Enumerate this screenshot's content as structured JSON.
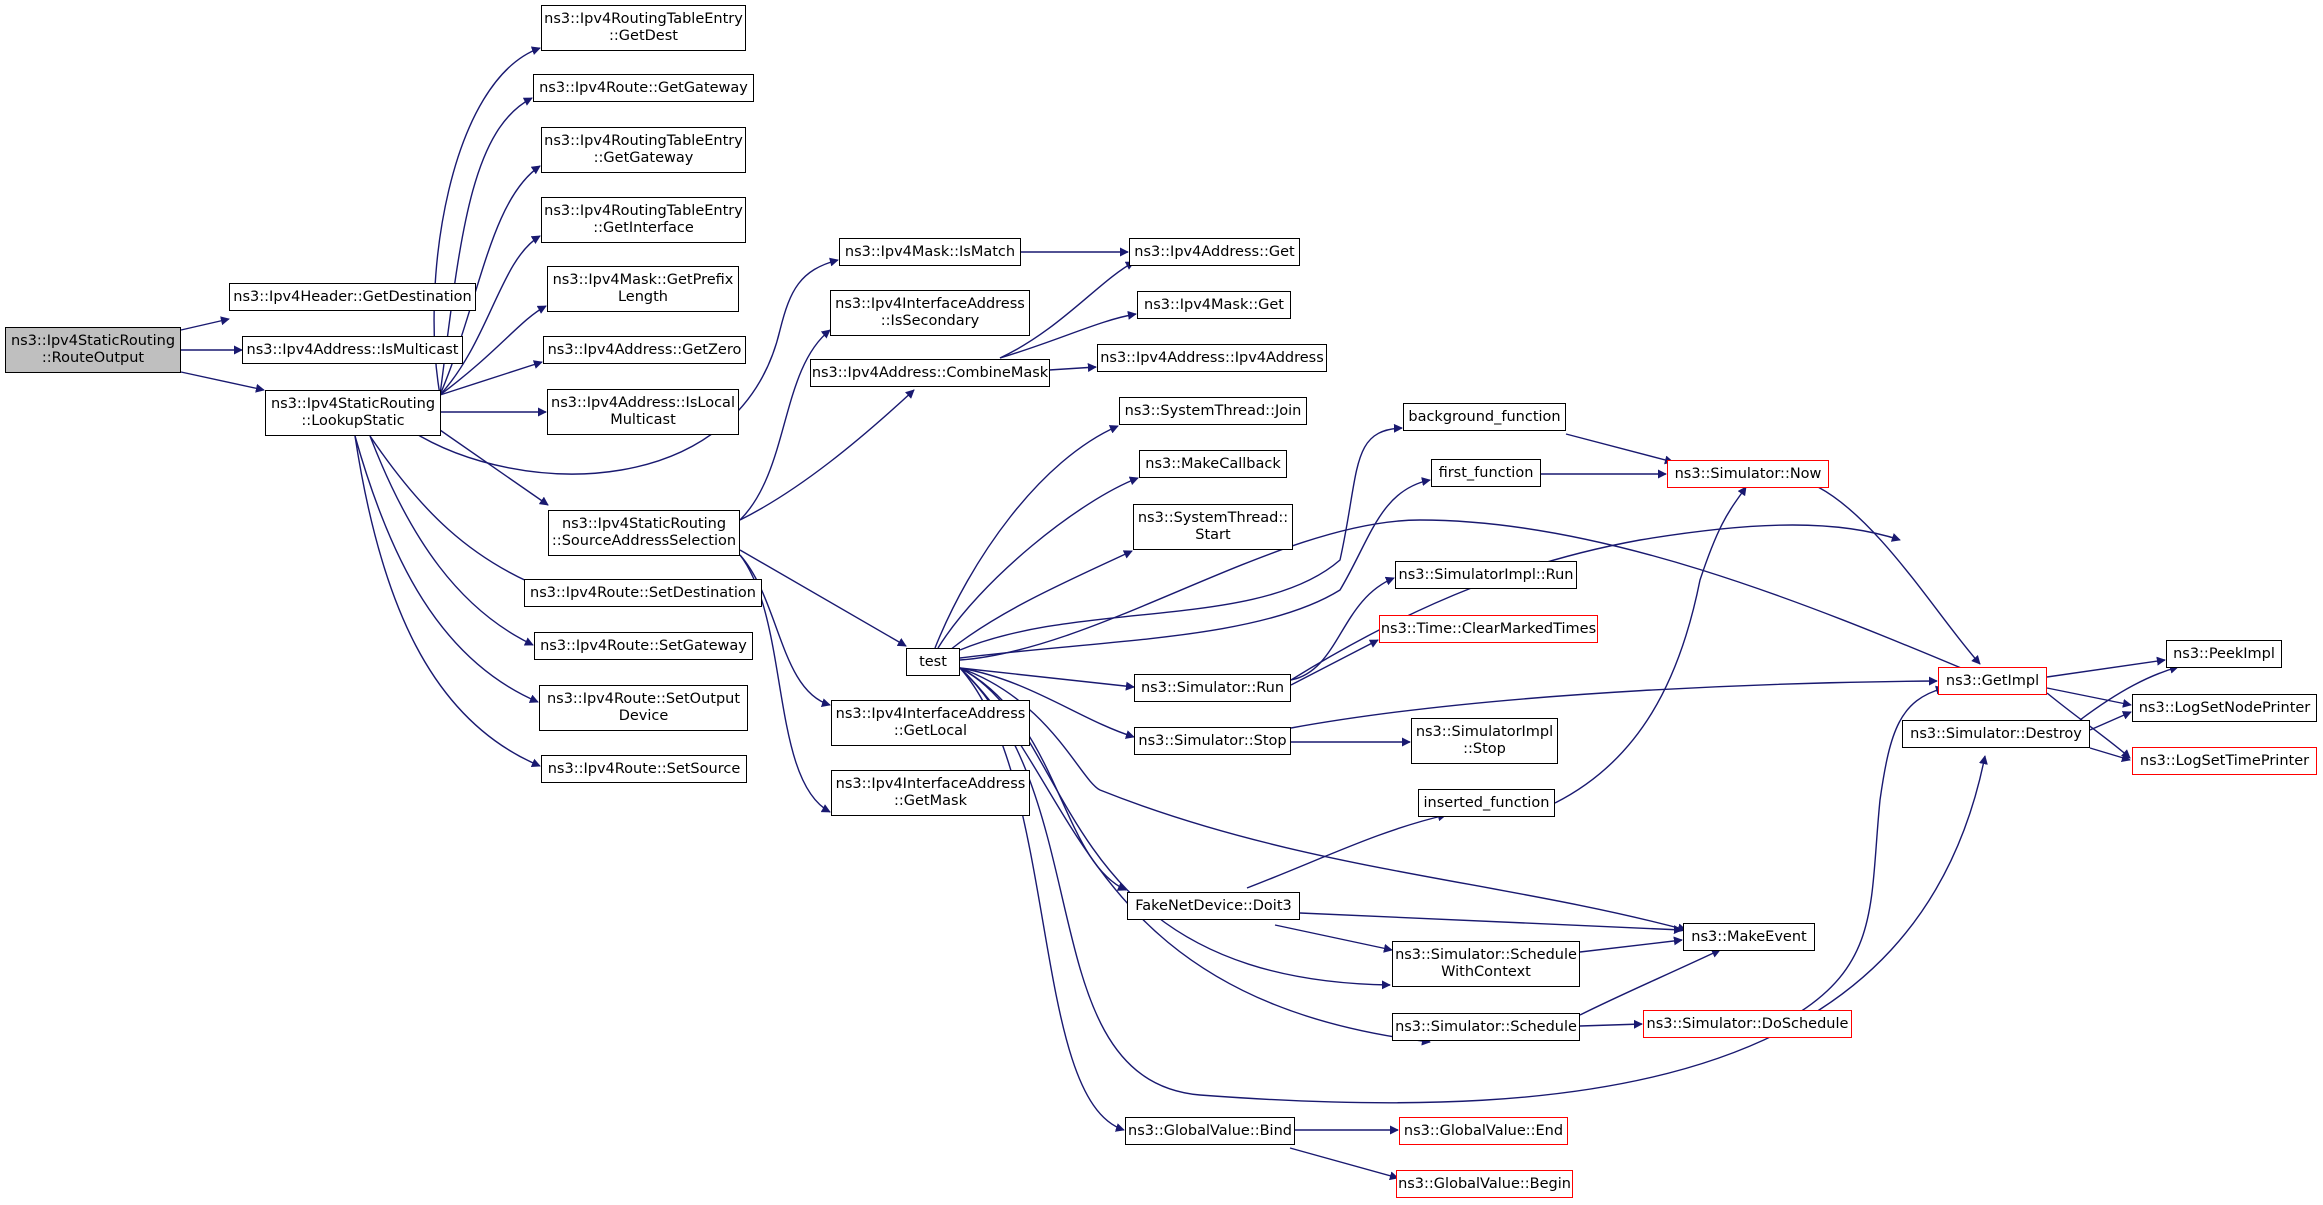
{
  "colors": {
    "edge": "#191970",
    "node_border": "#000000",
    "truncated_border": "#ff0000",
    "root_fill": "#bfbfbf"
  },
  "nodes": {
    "route_output": "ns3::Ipv4StaticRouting\n::RouteOutput",
    "get_destination": "ns3::Ipv4Header::GetDestination",
    "is_multicast": "ns3::Ipv4Address::IsMulticast",
    "lookup_static": "ns3::Ipv4StaticRouting\n::LookupStatic",
    "rte_get_dest": "ns3::Ipv4RoutingTableEntry\n::GetDest",
    "route_get_gateway": "ns3::Ipv4Route::GetGateway",
    "rte_get_gateway": "ns3::Ipv4RoutingTableEntry\n::GetGateway",
    "rte_get_interface": "ns3::Ipv4RoutingTableEntry\n::GetInterface",
    "mask_get_prefix_length": "ns3::Ipv4Mask::GetPrefix\nLength",
    "addr_get_zero": "ns3::Ipv4Address::GetZero",
    "addr_is_local_multicast": "ns3::Ipv4Address::IsLocal\nMulticast",
    "source_address_selection": "ns3::Ipv4StaticRouting\n::SourceAddressSelection",
    "route_set_destination": "ns3::Ipv4Route::SetDestination",
    "route_set_gateway": "ns3::Ipv4Route::SetGateway",
    "route_set_output_device": "ns3::Ipv4Route::SetOutput\nDevice",
    "route_set_source": "ns3::Ipv4Route::SetSource",
    "mask_is_match": "ns3::Ipv4Mask::IsMatch",
    "ifaddr_is_secondary": "ns3::Ipv4InterfaceAddress\n::IsSecondary",
    "addr_combine_mask": "ns3::Ipv4Address::CombineMask",
    "addr_get": "ns3::Ipv4Address::Get",
    "mask_get": "ns3::Ipv4Mask::Get",
    "addr_ipv4address": "ns3::Ipv4Address::Ipv4Address",
    "test": "test",
    "ifaddr_get_local": "ns3::Ipv4InterfaceAddress\n::GetLocal",
    "ifaddr_get_mask": "ns3::Ipv4InterfaceAddress\n::GetMask",
    "systhread_join": "ns3::SystemThread::Join",
    "make_callback": "ns3::MakeCallback",
    "systhread_start": "ns3::SystemThread::\nStart",
    "sim_run": "ns3::Simulator::Run",
    "sim_stop": "ns3::Simulator::Stop",
    "fake_doit3": "FakeNetDevice::Doit3",
    "sim_schedule_with_context": "ns3::Simulator::Schedule\nWithContext",
    "sim_schedule": "ns3::Simulator::Schedule",
    "gv_bind": "ns3::GlobalValue::Bind",
    "background_function": "background_function",
    "first_function": "first_function",
    "simimpl_run": "ns3::SimulatorImpl::Run",
    "time_clear_marked": "ns3::Time::ClearMarkedTimes",
    "simimpl_stop": "ns3::SimulatorImpl\n::Stop",
    "inserted_function": "inserted_function",
    "make_event": "ns3::MakeEvent",
    "sim_do_schedule": "ns3::Simulator::DoSchedule",
    "gv_end": "ns3::GlobalValue::End",
    "gv_begin": "ns3::GlobalValue::Begin",
    "sim_now": "ns3::Simulator::Now",
    "get_impl": "ns3::GetImpl",
    "sim_destroy": "ns3::Simulator::Destroy",
    "peek_impl": "ns3::PeekImpl",
    "log_set_node_printer": "ns3::LogSetNodePrinter",
    "log_set_time_printer": "ns3::LogSetTimePrinter"
  }
}
